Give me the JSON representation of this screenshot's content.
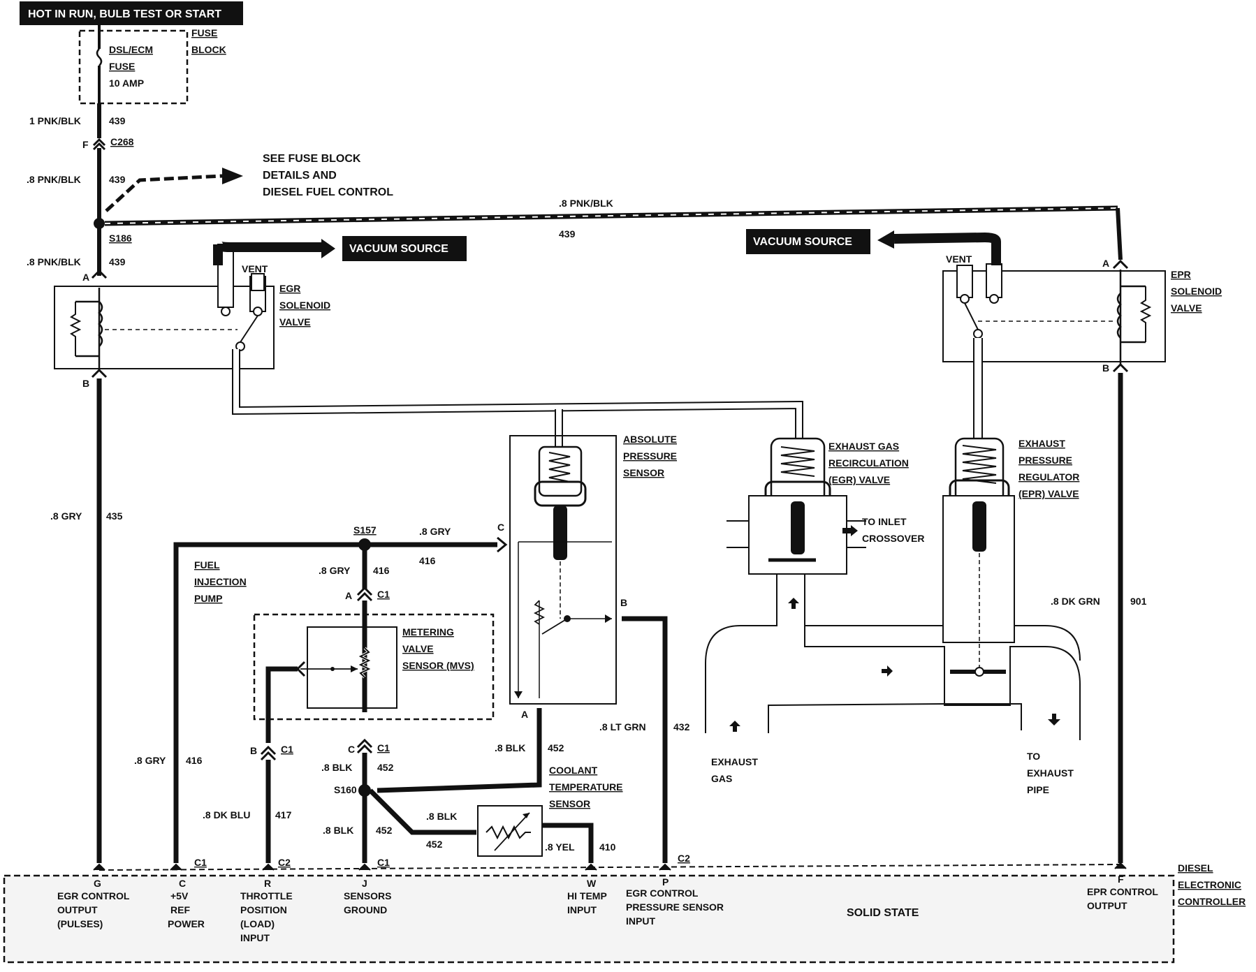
{
  "header": {
    "banner": "HOT IN RUN, BULB TEST OR START"
  },
  "fuse_block": {
    "title_1": "FUSE",
    "title_2": "BLOCK",
    "fuse_name_1": "DSL/ECM",
    "fuse_name_2": "FUSE",
    "fuse_rating": "10 AMP"
  },
  "wires": {
    "w1_gauge": "1 PNK/BLK",
    "w1_circuit": "439",
    "conn_pin_f": "F",
    "conn_c268": "C268",
    "w2_gauge": ".8 PNK/BLK",
    "w2_circuit": "439",
    "see_fuse_1": "SEE FUSE BLOCK",
    "see_fuse_2": "DETAILS AND",
    "see_fuse_3": "DIESEL FUEL CONTROL",
    "top_gauge": ".8 PNK/BLK",
    "top_circuit": "439",
    "splice_s186": "S186",
    "w3_gauge": ".8 PNK/BLK",
    "w3_circuit": "439",
    "egr_out_gauge": ".8 GRY",
    "egr_out_circuit": "435",
    "epr_out_gauge": ".8 DK GRN",
    "epr_out_circuit": "901",
    "splice_s157": "S157",
    "s157_right_gauge": ".8 GRY",
    "s157_right_circuit": "416",
    "s157_down_gauge": ".8 GRY",
    "s157_down_circuit": "416",
    "ref_gauge": ".8 GRY",
    "ref_circuit": "416",
    "tps_gauge": ".8 DK BLU",
    "tps_circuit": "417",
    "mvs_gnd_gauge": ".8 BLK",
    "mvs_gnd_circuit": "452",
    "splice_s160": "S160",
    "gnd_gauge": ".8 BLK",
    "gnd_circuit": "452",
    "ct_gnd_gauge": ".8 BLK",
    "ct_gnd_circuit": "452",
    "aps_gnd_gauge": ".8 BLK",
    "aps_gnd_circuit": "452",
    "ct_sig_gauge": ".8 YEL",
    "ct_sig_circuit": "410",
    "aps_out_gauge": ".8 LT GRN",
    "aps_out_circuit": "432"
  },
  "egr_solenoid": {
    "label_1": "EGR",
    "label_2": "SOLENOID",
    "label_3": "VALVE",
    "vent": "VENT",
    "pin_a": "A",
    "pin_b": "B"
  },
  "epr_solenoid": {
    "label_1": "EPR",
    "label_2": "SOLENOID",
    "label_3": "VALVE",
    "vent": "VENT",
    "pin_a": "A",
    "pin_b": "B"
  },
  "vacuum_left": "VACUUM SOURCE",
  "vacuum_right": "VACUUM SOURCE",
  "aps": {
    "label_1": "ABSOLUTE",
    "label_2": "PRESSURE",
    "label_3": "SENSOR",
    "pin_c": "C",
    "pin_b": "B",
    "pin_a": "A"
  },
  "egr_valve": {
    "label_1": "EXHAUST GAS",
    "label_2": "RECIRCULATION",
    "label_3": "(EGR) VALVE",
    "to_inlet_1": "TO INLET",
    "to_inlet_2": "CROSSOVER"
  },
  "epr_valve": {
    "label_1": "EXHAUST",
    "label_2": "PRESSURE",
    "label_3": "REGULATOR",
    "label_4": "(EPR) VALVE"
  },
  "exhaust": {
    "gas_1": "EXHAUST",
    "gas_2": "GAS",
    "pipe_1": "TO",
    "pipe_2": "EXHAUST",
    "pipe_3": "PIPE"
  },
  "fip": {
    "label_1": "FUEL",
    "label_2": "INJECTION",
    "label_3": "PUMP"
  },
  "mvs": {
    "label_1": "METERING",
    "label_2": "VALVE",
    "label_3": "SENSOR (MVS)",
    "pin_a": "A",
    "conn_a": "C1",
    "pin_b": "B",
    "conn_b": "C1",
    "pin_c": "C",
    "conn_c": "C1"
  },
  "coolant": {
    "label_1": "COOLANT",
    "label_2": "TEMPERATURE",
    "label_3": "SENSOR"
  },
  "controller": {
    "label_1": "DIESEL",
    "label_2": "ELECTRONIC",
    "label_3": "CONTROLLER",
    "center": "SOLID STATE",
    "c1_g": "C1",
    "c2_r": "C2",
    "c1_j": "C1",
    "c2_p": "C2",
    "pins": [
      {
        "pin": "G",
        "l1": "EGR CONTROL",
        "l2": "OUTPUT",
        "l3": "(PULSES)",
        "l4": ""
      },
      {
        "pin": "C",
        "l1": "+5V",
        "l2": "REF",
        "l3": "POWER",
        "l4": ""
      },
      {
        "pin": "R",
        "l1": "THROTTLE",
        "l2": "POSITION",
        "l3": "(LOAD)",
        "l4": "INPUT"
      },
      {
        "pin": "J",
        "l1": "SENSORS",
        "l2": "GROUND",
        "l3": "",
        "l4": ""
      },
      {
        "pin": "W",
        "l1": "HI TEMP",
        "l2": "INPUT",
        "l3": "",
        "l4": ""
      },
      {
        "pin": "P",
        "l1": "EGR CONTROL",
        "l2": "PRESSURE SENSOR",
        "l3": "INPUT",
        "l4": ""
      },
      {
        "pin": "F",
        "l1": "EPR CONTROL",
        "l2": "OUTPUT",
        "l3": "",
        "l4": ""
      }
    ]
  }
}
